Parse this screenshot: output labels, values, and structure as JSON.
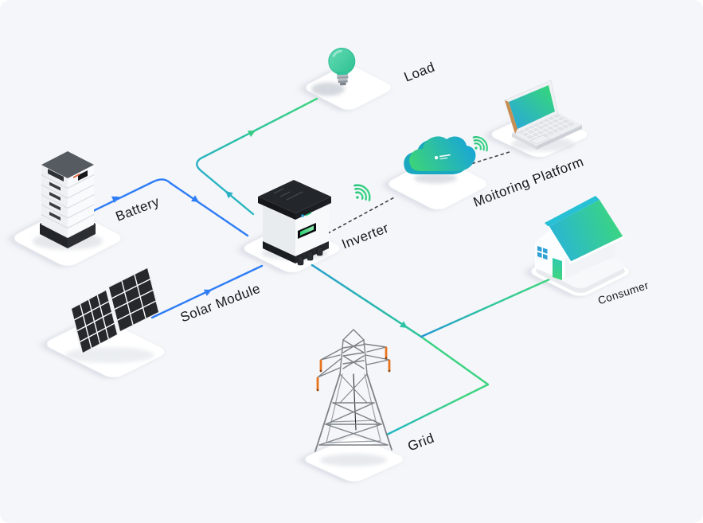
{
  "title": "Solar energy system diagram",
  "background": "#f5f6fa",
  "labels": {
    "battery": "Battery",
    "solar_module": "Solar Module",
    "inverter": "Inverter",
    "load": "Load",
    "monitoring_platform": "Moitoring Platform",
    "consumer": "Consumer",
    "grid": "Grid"
  },
  "icons": {
    "battery": "battery-storage-icon",
    "solar_module": "solar-panel-icon",
    "inverter": "inverter-icon",
    "load": "light-bulb-icon",
    "monitoring_cloud": "cloud-icon",
    "monitoring_device": "laptop-icon",
    "consumer": "house-icon",
    "grid": "transmission-tower-icon",
    "wireless": "wifi-icon"
  },
  "colors": {
    "dc_line_blue": "#2e7df6",
    "ac_line_green": "#3ed57d",
    "ac_line_teal": "#27aecb",
    "dashed_line": "#3f4347",
    "wifi_green": "#2fcf77",
    "label_text": "#17181b"
  },
  "connections": [
    {
      "from": "Battery",
      "to": "Inverter",
      "style": "solid",
      "color": "blue",
      "arrows": 2
    },
    {
      "from": "Solar Module",
      "to": "Inverter",
      "style": "solid",
      "color": "blue",
      "arrows": 1
    },
    {
      "from": "Inverter",
      "to": "Load",
      "style": "solid",
      "color": "teal-to-green",
      "arrows": 2
    },
    {
      "from": "Inverter",
      "to": "Grid",
      "style": "solid",
      "color": "teal-to-green",
      "arrows": 1
    },
    {
      "from": "Inverter",
      "to": "Consumer",
      "style": "solid",
      "color": "blue-to-green",
      "arrows": 0
    },
    {
      "from": "Inverter",
      "to": "Moitoring Platform",
      "style": "dashed-wireless",
      "color": "dark-gray",
      "arrows": 0
    }
  ]
}
